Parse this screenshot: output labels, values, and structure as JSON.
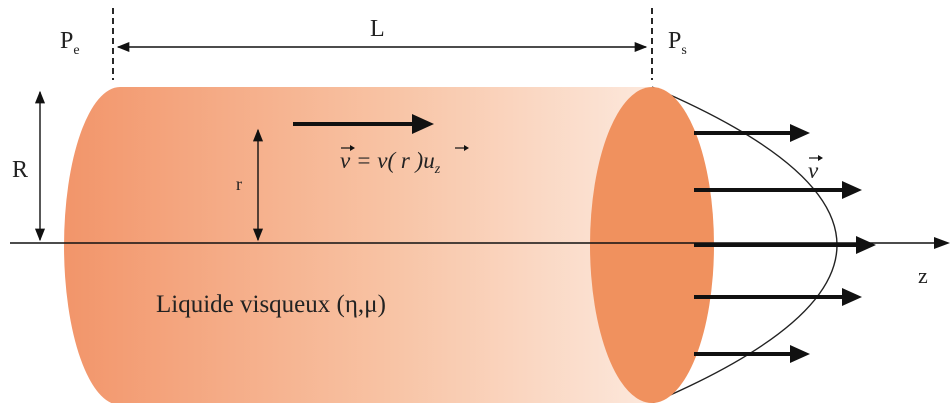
{
  "labels": {
    "pressure_inlet": "P",
    "pressure_inlet_sub": "e",
    "pressure_outlet": "P",
    "pressure_outlet_sub": "s",
    "length": "L",
    "radius": "R",
    "local_radius": "r",
    "velocity_formula_lhs": "v",
    "velocity_formula_rhs": " = v( r )",
    "velocity_formula_unit": "u",
    "velocity_formula_unit_sub": "z",
    "velocity_vector": "v",
    "axis": "z",
    "fluid": "Liquide visqueux (η,μ)"
  },
  "colors": {
    "tube_left": "#f2956a",
    "tube_right": "#fce8dc",
    "end_cap": "#f0915e",
    "ink": "#111111"
  },
  "profile": {
    "type": "parabolic",
    "arrow_count": 5
  }
}
